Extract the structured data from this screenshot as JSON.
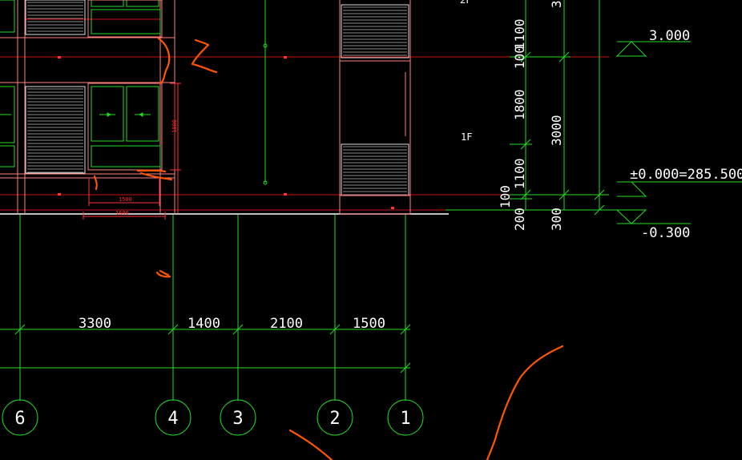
{
  "colors": {
    "background": "#000000",
    "grid": "#22dd22",
    "level_line": "#cc1111",
    "wall": "#ff6666",
    "markup": "#ff5500",
    "text": "#ffffff"
  },
  "elevations": {
    "top": "3.000",
    "ground": "±0.000=285.500",
    "bottom": "-0.300"
  },
  "floor_label": "1F",
  "vertical_dims": {
    "left": [
      "1100",
      "100",
      "1800",
      "1100",
      "100",
      "200"
    ],
    "right": [
      "3000",
      "300"
    ]
  },
  "horizontal_dims": [
    "3300",
    "1400",
    "2100",
    "1500"
  ],
  "window_dims": {
    "height": "1800",
    "width_inner": "1500",
    "width_outer": "1600"
  },
  "axes": [
    "6",
    "4",
    "3",
    "2",
    "1"
  ]
}
